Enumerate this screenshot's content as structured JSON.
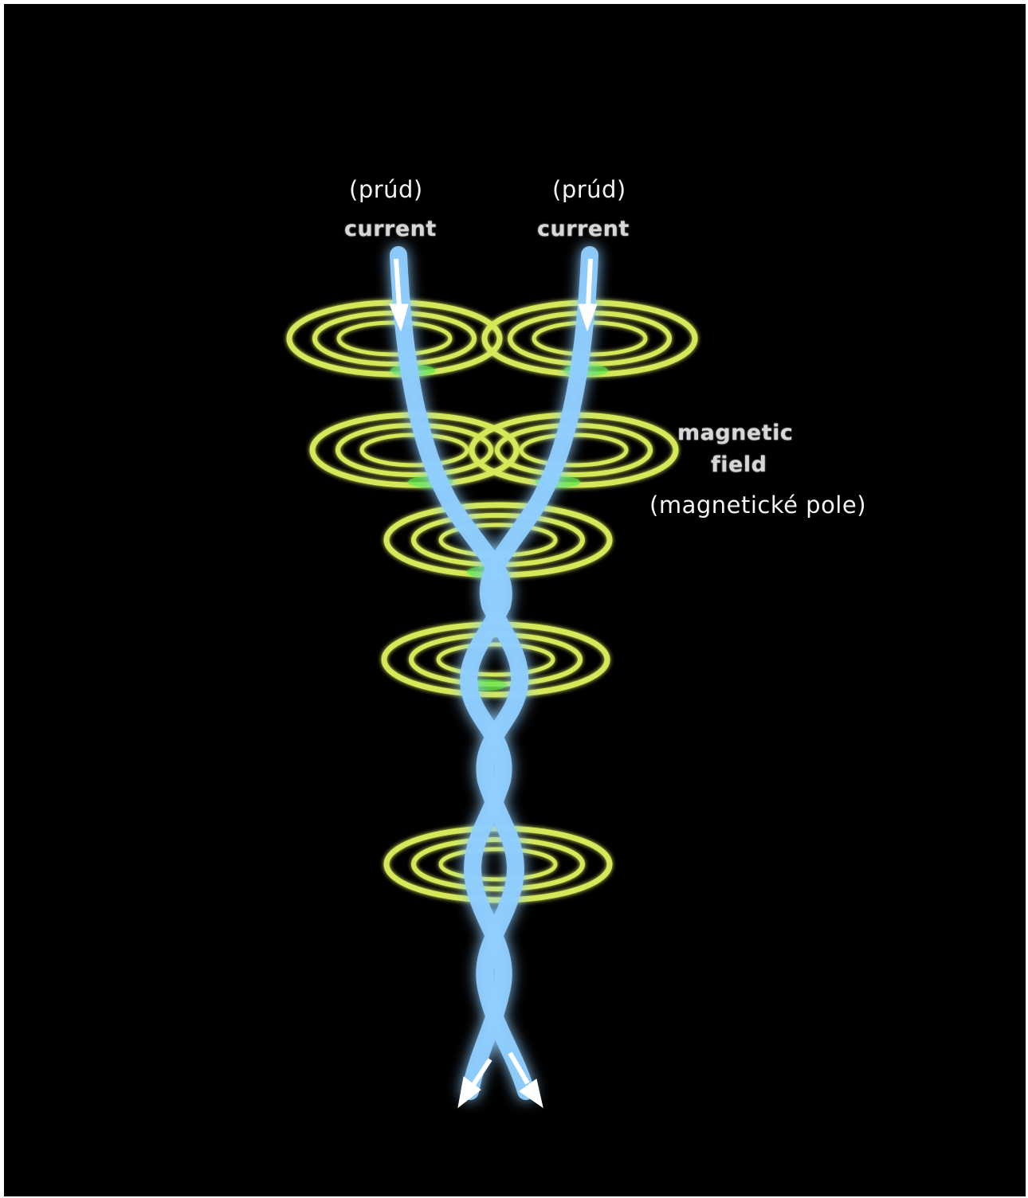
{
  "labels": {
    "left_cz": "(prúd)",
    "left_en": "current",
    "right_cz": "(prúd)",
    "right_en": "current",
    "field_en_line1": "magnetic",
    "field_en_line2": "field",
    "field_cz": "(magnetické pole)"
  },
  "colors": {
    "background": "#000000",
    "wire": "#8fcfff",
    "wire_glow": "#4aa8ff",
    "field_ring": "#d6e85a",
    "field_highlight": "#5fe84a",
    "arrow": "#ffffff"
  },
  "icons": {
    "arrow_down": "arrow-down-icon"
  }
}
